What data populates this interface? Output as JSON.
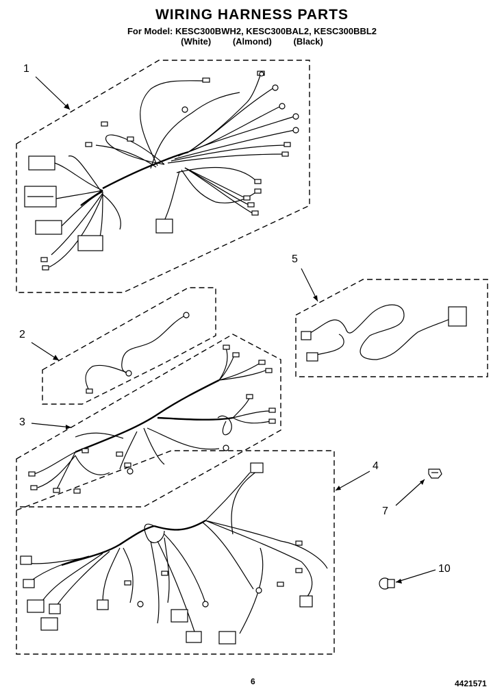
{
  "header": {
    "title": "WIRING HARNESS PARTS",
    "models_line": "For Model: KESC300BWH2, KESC300BAL2, KESC300BBL2",
    "finishes": [
      "(White)",
      "(Almond)",
      "(Black)"
    ]
  },
  "callouts": {
    "c1": "1",
    "c2": "2",
    "c3": "3",
    "c4": "4",
    "c5": "5",
    "c7": "7",
    "c10": "10"
  },
  "footer": {
    "page": "6",
    "doc_number": "4421571"
  }
}
